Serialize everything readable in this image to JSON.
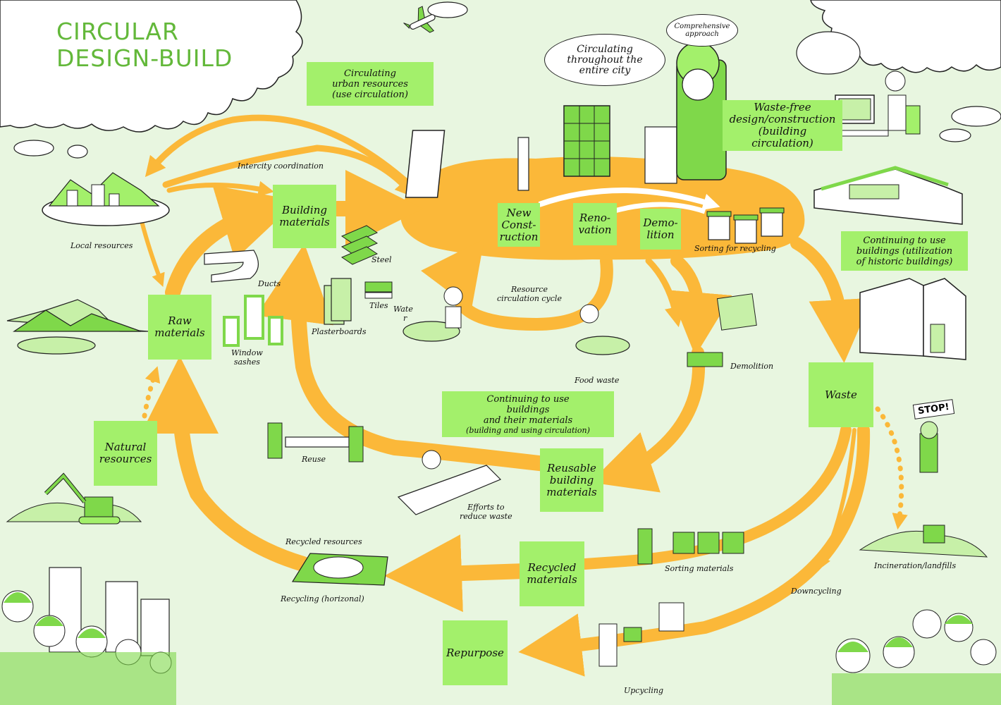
{
  "title": {
    "line1": "CIRCULAR",
    "line2": "DESIGN-BUILD"
  },
  "colors": {
    "background": "#e8f6e0",
    "box_green": "#a3f06b",
    "title_green": "#63b83a",
    "arrow_orange": "#fbb839",
    "hub_orange": "#fbb839",
    "outline": "#222222"
  },
  "boxes": {
    "urban_resources": {
      "line1": "Circulating",
      "line2": "urban resources",
      "line3": "(use circulation)"
    },
    "building_materials": {
      "line1": "Building",
      "line2": "materials"
    },
    "raw_materials": {
      "line1": "Raw",
      "line2": "materials"
    },
    "natural_resources": {
      "line1": "Natural",
      "line2": "resources"
    },
    "new_construction": {
      "line1": "New",
      "line2": "Const-",
      "line3": "ruction"
    },
    "renovation": {
      "line1": "Reno-",
      "line2": "vation"
    },
    "demolition_box": {
      "line1": "Demo-",
      "line2": "lition"
    },
    "waste_free": {
      "line1": "Waste-free",
      "line2": "design/construction",
      "line3": "(building",
      "line4": "circulation)"
    },
    "historic": {
      "line1": "Continuing to use",
      "line2": "buildings (utilization",
      "line3": "of historic buildings)"
    },
    "continuing_materials": {
      "line1": "Continuing to use",
      "line2": "buildings",
      "line3": "and their materials",
      "line4": "(building and using circulation)"
    },
    "reusable": {
      "line1": "Reusable",
      "line2": "building",
      "line3": "materials"
    },
    "waste": {
      "label": "Waste"
    },
    "recycled_materials": {
      "line1": "Recycled",
      "line2": "materials"
    },
    "repurpose": {
      "label": "Repurpose"
    }
  },
  "labels": {
    "intercity": "Intercity coordination",
    "local_resources": "Local resources",
    "steel": "Steel",
    "ducts": "Ducts",
    "tiles": "Tiles",
    "water_1": "Wate",
    "water_2": "r",
    "plasterboards": "Plasterboards",
    "window_1": "Window",
    "window_2": "sashes",
    "resource_cycle_1": "Resource",
    "resource_cycle_2": "circulation cycle",
    "food_waste": "Food waste",
    "demolition": "Demolition",
    "sorting_recycling": "Sorting for recycling",
    "reuse": "Reuse",
    "efforts_1": "Efforts to",
    "efforts_2": "reduce waste",
    "recycled_resources": "Recycled resources",
    "recycling_horizontal": "Recycling (horizonal)",
    "sorting_materials": "Sorting materials",
    "downcycling": "Downcycling",
    "incineration": "Incineration/landfills",
    "upcycling": "Upcycling"
  },
  "bubbles": {
    "city": {
      "line1": "Circulating",
      "line2": "throughout the",
      "line3": "entire city"
    },
    "comprehensive": {
      "line1": "Comprehensive",
      "line2": "approach"
    }
  },
  "sign": {
    "text": "STOP!"
  }
}
